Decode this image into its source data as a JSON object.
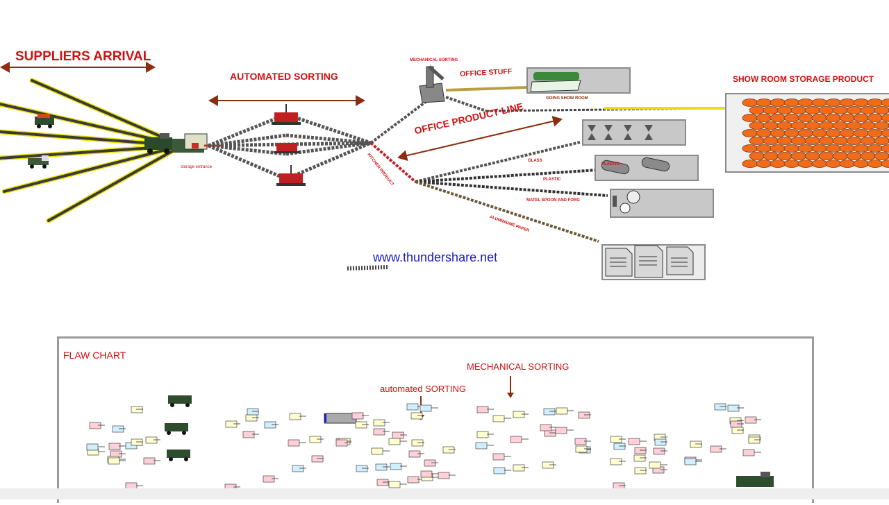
{
  "top": {
    "suppliers_arrival": "SUPPLIERS  ARRIVAL",
    "automated_sorting": "AUTOMATED SORTING",
    "mechanical_sorting": "MECHANICAL SORTING",
    "office_stuff": "OFFICE STUFF",
    "going_show_room": "GOING SHOW ROOM",
    "show_room_storage": "SHOW ROOM STORAGE PRODUCT",
    "office_product_line": "OFFICE PRODUCT LINE",
    "glass": "GLASS",
    "plastic": "PLASTIC",
    "plastic_tag": "PLASTIC",
    "metal_spoon": "MATEL SPOON AND FORG",
    "aluminium_paper": "ALUMINIUME PAPER",
    "kitchen_product": "KITCHEN PRODUCT",
    "storage_entrance": "storage entrance"
  },
  "watermark": "www.thundershare.net",
  "flowchart": {
    "title": "FLAW CHART",
    "mechanical_sorting": "MECHANICAL SORTING",
    "automated_sorting": "automated SORTING"
  },
  "colors": {
    "label_red": "#d01010",
    "arrow_brown": "#8b2d10",
    "belt_dark": "#444444",
    "link_blue": "#1a1acc",
    "storage_orange": "#f26b1a"
  }
}
